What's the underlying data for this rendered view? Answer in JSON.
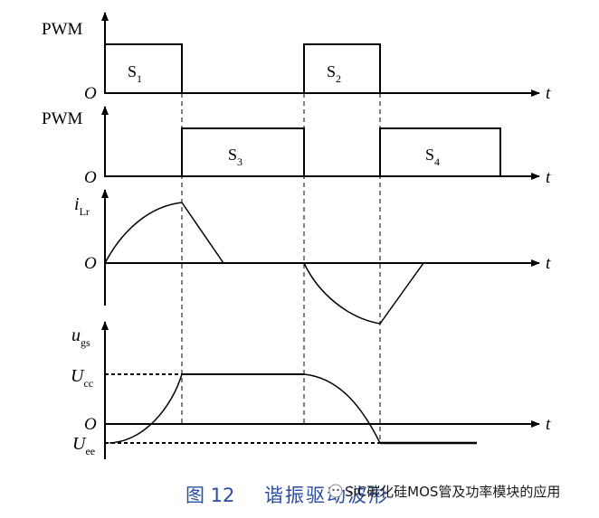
{
  "figure": {
    "caption_number": "图 12",
    "caption_title": "谐振驱动波形",
    "watermark": "SiC碳化硅MOS管及功率模块的应用"
  },
  "panels": {
    "pwm1": {
      "ylabel": "PWM",
      "origin": "O",
      "taxis": "t",
      "pulses": [
        {
          "label": "S",
          "sub": "1"
        },
        {
          "label": "S",
          "sub": "2"
        }
      ]
    },
    "pwm2": {
      "ylabel": "PWM",
      "origin": "O",
      "taxis": "t",
      "pulses": [
        {
          "label": "S",
          "sub": "3"
        },
        {
          "label": "S",
          "sub": "4"
        }
      ]
    },
    "current": {
      "ylabel": "i",
      "ylabel_sub": "Lr",
      "origin": "O",
      "taxis": "t"
    },
    "ugs": {
      "ylabel": "u",
      "ylabel_sub": "gs",
      "origin": "O",
      "taxis": "t",
      "ucc_label": "U",
      "ucc_sub": "cc",
      "uee_label": "U",
      "uee_sub": "ee"
    }
  },
  "colors": {
    "line": "#000000",
    "caption": "#2b4ea2"
  }
}
